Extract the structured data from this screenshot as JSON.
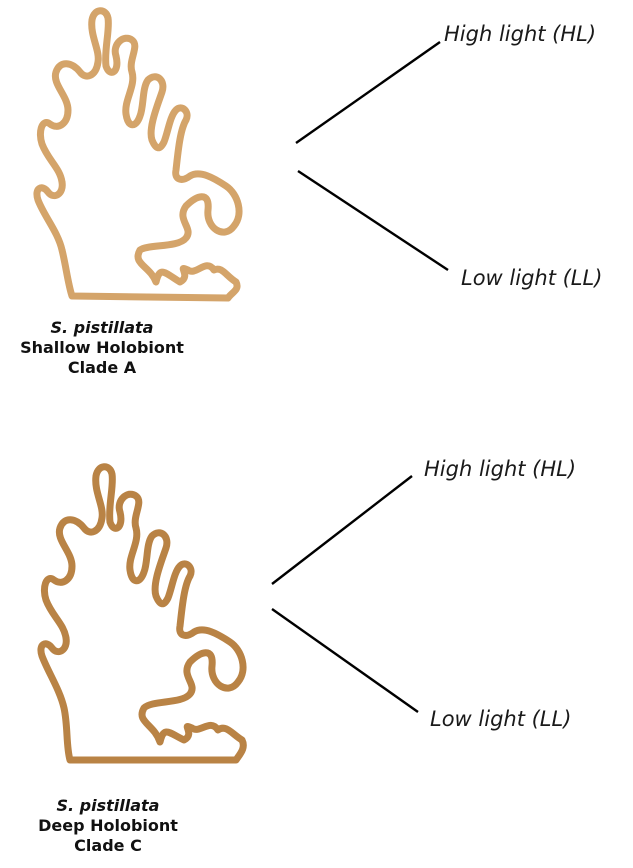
{
  "panels": [
    {
      "caption": {
        "species": "S. pistillata",
        "holobiont": "Shallow Holobiont",
        "clade": "Clade A"
      },
      "coral_color": "#d4a46a",
      "branches": [
        {
          "label": "High light (HL)"
        },
        {
          "label": "Low light (LL)"
        }
      ]
    },
    {
      "caption": {
        "species": "S. pistillata",
        "holobiont": "Deep Holobiont",
        "clade": "Clade C"
      },
      "coral_color": "#b98345",
      "branches": [
        {
          "label": "High light (HL)"
        },
        {
          "label": "Low light (LL)"
        }
      ]
    }
  ],
  "colors": {
    "background": "#ffffff",
    "lines": "#000000",
    "text": "#111111"
  }
}
